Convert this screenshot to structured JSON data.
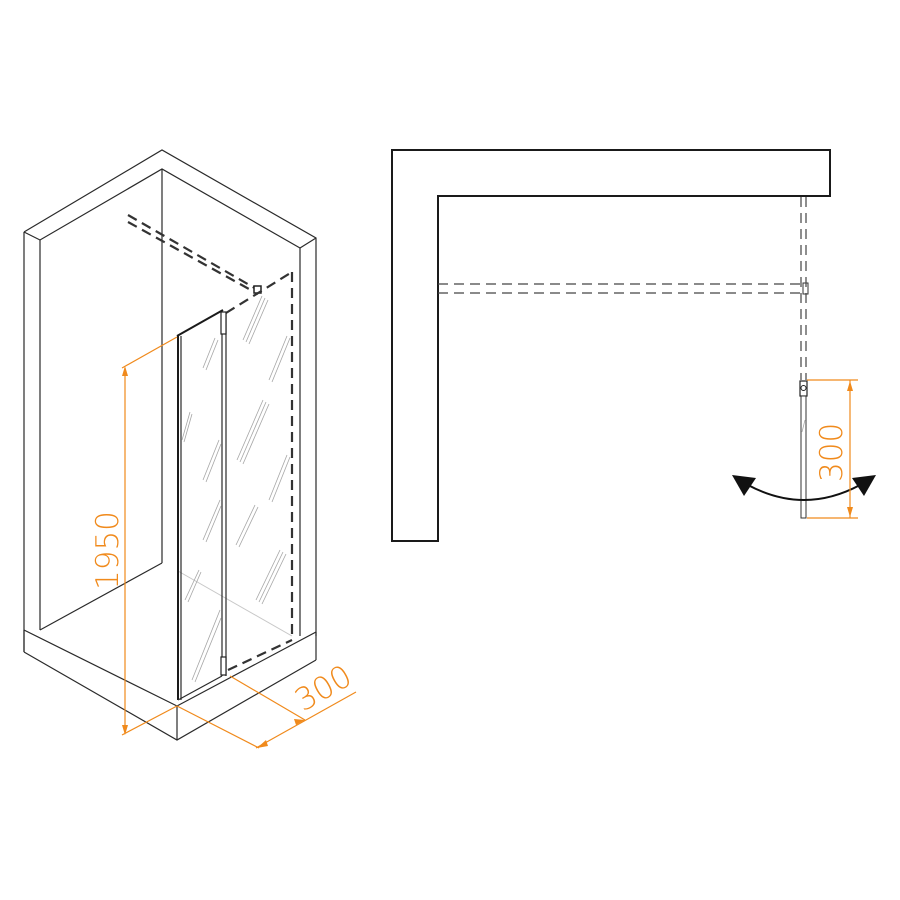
{
  "diagram": {
    "title": "Shower screen with hinged return panel – isometric and plan view",
    "colors": {
      "outline": "#2a2a2a",
      "dimension": "#f08a1c",
      "glass_hatch": "#a6a6a6",
      "background": "#ffffff"
    },
    "isometric_view": {
      "height_dimension": "1950",
      "depth_dimension": "300",
      "components": [
        "wall-enclosure",
        "shower-tray",
        "fixed-glass-panel",
        "hinged-return-panel",
        "top-support-bar"
      ]
    },
    "plan_view": {
      "swing_panel_dimension": "300",
      "components": [
        "l-shaped-wall",
        "support-bar-dashed",
        "fixed-panel-dashed",
        "hinge",
        "swing-panel",
        "swing-arrow"
      ]
    }
  }
}
